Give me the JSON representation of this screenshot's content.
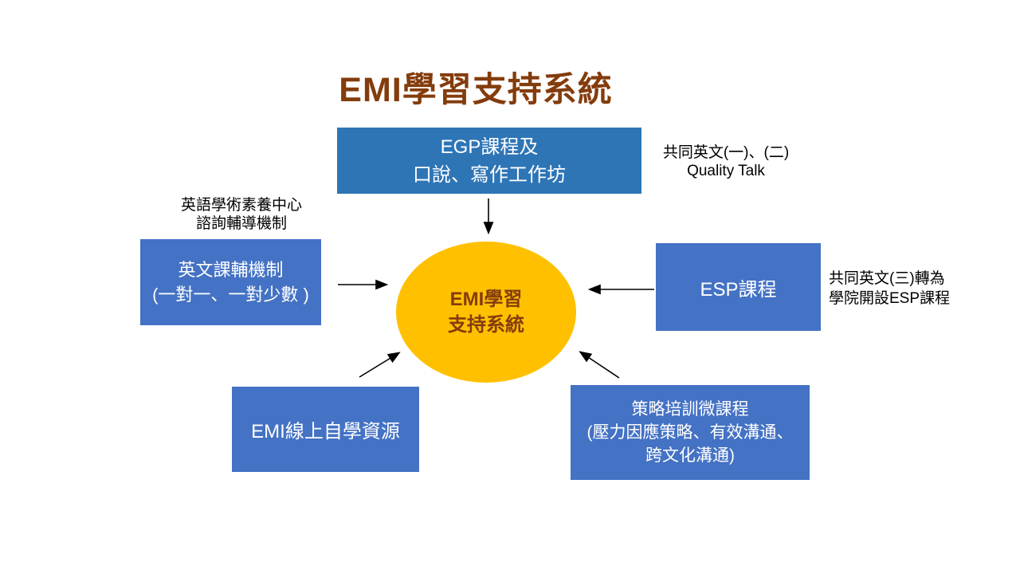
{
  "title": "EMI學習支持系統",
  "colors": {
    "title_text": "#843C0C",
    "top_box": "#2E75B6",
    "side_box": "#4472C4",
    "center_ellipse": "#FFC000",
    "ellipse_text": "#843C0C",
    "box_text": "#FFFFFF",
    "annotation_text": "#000000",
    "arrow": "#000000"
  },
  "nodes": {
    "center": {
      "line1": "EMI學習",
      "line2": "支持系統"
    },
    "top": {
      "line1": "EGP課程及",
      "line2": "口說、寫作工作坊"
    },
    "left": {
      "line1": "英文課輔機制",
      "line2": "(一對一、一對少數 )"
    },
    "right": {
      "line1": "ESP課程"
    },
    "bottom_left": {
      "line1": "EMI線上自學資源"
    },
    "bottom_right": {
      "line1": "策略培訓微課程",
      "line2": "(壓力因應策略、有效溝通、",
      "line3": "跨文化溝通)"
    }
  },
  "annotations": {
    "top_right": {
      "line1": "共同英文(一)、(二)",
      "line2": "Quality Talk"
    },
    "left": {
      "line1": "英語學術素養中心",
      "line2": "諮詢輔導機制"
    },
    "right": {
      "line1": "共同英文(三)轉為",
      "line2": "學院開設ESP課程"
    }
  },
  "edges": [
    {
      "from": "top",
      "to": "center"
    },
    {
      "from": "left",
      "to": "center"
    },
    {
      "from": "right",
      "to": "center"
    },
    {
      "from": "bottom_left",
      "to": "center"
    },
    {
      "from": "bottom_right",
      "to": "center"
    }
  ]
}
